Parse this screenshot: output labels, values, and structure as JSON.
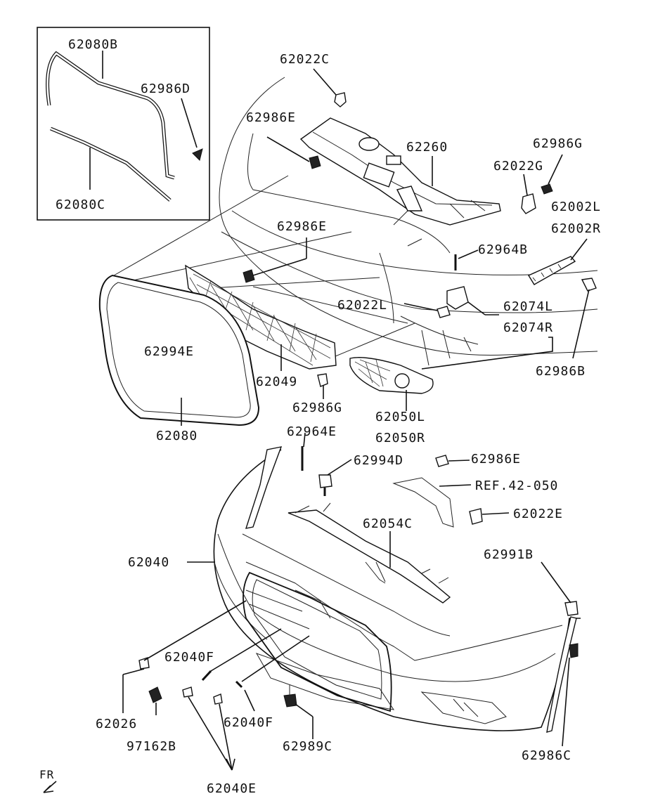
{
  "labels": {
    "l62080B": "62080B",
    "l62986D": "62986D",
    "l62080C": "62080C",
    "l62022C": "62022C",
    "l62986E_1": "62986E",
    "l62260": "62260",
    "l62986G_1": "62986G",
    "l62022G": "62022G",
    "l62002L": "62002L",
    "l62002R": "62002R",
    "l62986E_2": "62986E",
    "l62964B": "62964B",
    "l62022L": "62022L",
    "l62074L": "62074L",
    "l62074R": "62074R",
    "l62994E": "62994E",
    "l62049": "62049",
    "l62986B": "62986B",
    "l62986G_2": "62986G",
    "l62050L": "62050L",
    "l62050R": "62050R",
    "l62080": "62080",
    "l62964E": "62964E",
    "l62994D": "62994D",
    "l62986E_3": "62986E",
    "lREF": "REF.42-050",
    "l62022E": "62022E",
    "l62054C": "62054C",
    "l62040": "62040",
    "l62991B": "62991B",
    "l62040F_1": "62040F",
    "l62026": "62026",
    "l97162B": "97162B",
    "l62040F_2": "62040F",
    "l62989C": "62989C",
    "l62986C": "62986C",
    "l62040E": "62040E",
    "lFR": "FR"
  }
}
